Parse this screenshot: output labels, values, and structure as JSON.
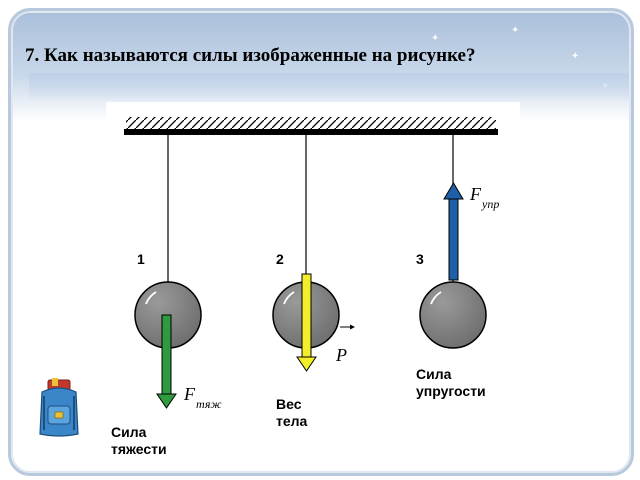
{
  "slide": {
    "title": "7. Как называются силы изображенные на рисунке?"
  },
  "diagram": {
    "pendulums": [
      {
        "number": "1",
        "force_symbol": "F",
        "force_subscript": "тяж",
        "caption": "Сила\nтяжести",
        "arrow_color": "#2e9c3e"
      },
      {
        "number": "2",
        "force_symbol": "P",
        "force_subscript": "",
        "caption": "Вес\nтела",
        "arrow_color": "#f2ef2a"
      },
      {
        "number": "3",
        "force_symbol": "F",
        "force_subscript": "упр",
        "caption": "Сила\nупругости",
        "arrow_color": "#1f5fa8"
      }
    ],
    "ball_color": "#808080",
    "icons": [
      "backpack-icon"
    ]
  }
}
